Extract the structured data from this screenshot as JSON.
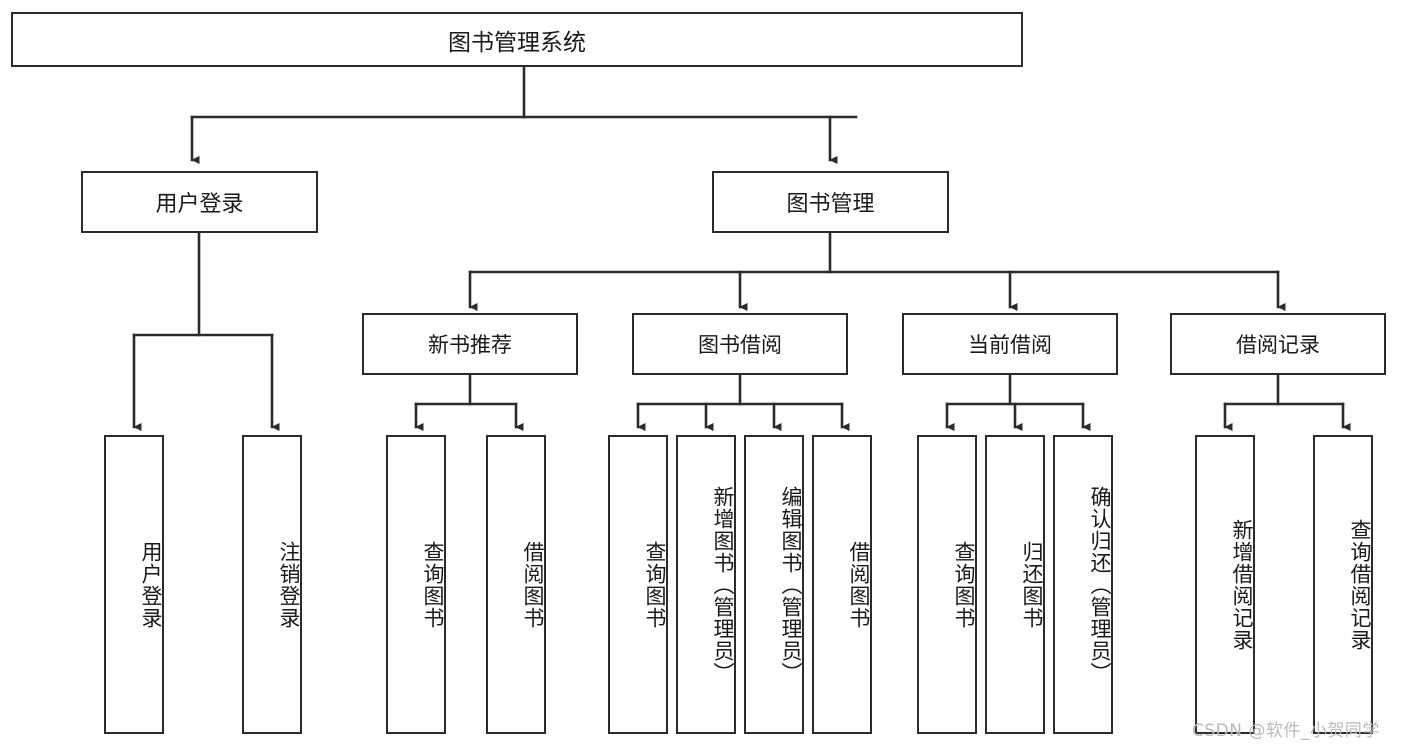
{
  "diagram": {
    "title": "图书管理系统",
    "watermark": "CSDN @软件_小贺同学",
    "colors": {
      "stroke": "#2b2b2b",
      "fill": "#ffffff",
      "text": "#1a1a1a",
      "watermark": "#b9b9b9",
      "background": "#ffffff"
    },
    "type": "tree",
    "orientation": "top-down",
    "nodes": {
      "root": {
        "label": "图书管理系统"
      },
      "level2": [
        {
          "id": "user-login",
          "label": "用户登录"
        },
        {
          "id": "book-manage",
          "label": "图书管理"
        }
      ],
      "level3": [
        {
          "id": "new-book-recommend",
          "label": "新书推荐",
          "parent": "book-manage"
        },
        {
          "id": "book-borrow",
          "label": "图书借阅",
          "parent": "book-manage"
        },
        {
          "id": "current-borrow",
          "label": "当前借阅",
          "parent": "book-manage"
        },
        {
          "id": "borrow-record",
          "label": "借阅记录",
          "parent": "book-manage"
        }
      ],
      "leaves": [
        {
          "id": "leaf-user-login",
          "label": "用户登录",
          "parent": "user-login"
        },
        {
          "id": "leaf-user-logout",
          "label": "注销登录",
          "parent": "user-login"
        },
        {
          "id": "leaf-query-book-1",
          "label": "查询图书",
          "parent": "new-book-recommend"
        },
        {
          "id": "leaf-borrow-book-1",
          "label": "借阅图书",
          "parent": "new-book-recommend"
        },
        {
          "id": "leaf-query-book-2",
          "label": "查询图书",
          "parent": "book-borrow"
        },
        {
          "id": "leaf-add-book",
          "label": "新增图书（管理员）",
          "parent": "book-borrow"
        },
        {
          "id": "leaf-edit-book",
          "label": "编辑图书（管理员）",
          "parent": "book-borrow"
        },
        {
          "id": "leaf-borrow-book-2",
          "label": "借阅图书",
          "parent": "book-borrow"
        },
        {
          "id": "leaf-query-book-3",
          "label": "查询图书",
          "parent": "current-borrow"
        },
        {
          "id": "leaf-return-book",
          "label": "归还图书",
          "parent": "current-borrow"
        },
        {
          "id": "leaf-confirm-return",
          "label": "确认归还（管理员）",
          "parent": "current-borrow"
        },
        {
          "id": "leaf-add-record",
          "label": "新增借阅记录",
          "parent": "borrow-record"
        },
        {
          "id": "leaf-query-record",
          "label": "查询借阅记录",
          "parent": "borrow-record"
        }
      ]
    }
  }
}
